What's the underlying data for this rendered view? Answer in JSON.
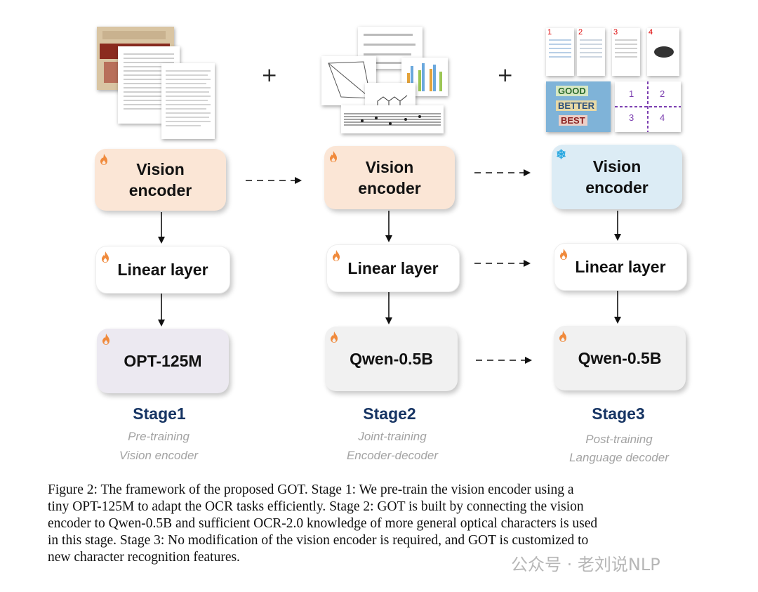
{
  "stages": [
    {
      "vision_encoder": "Vision\nencoder",
      "linear_layer": "Linear layer",
      "decoder": "OPT-125M",
      "title": "Stage1",
      "subtitle_line1": "Pre-training",
      "subtitle_line2": "Vision encoder",
      "encoder_trainable": true
    },
    {
      "vision_encoder": "Vision\nencoder",
      "linear_layer": "Linear layer",
      "decoder": "Qwen-0.5B",
      "title": "Stage2",
      "subtitle_line1": "Joint-training",
      "subtitle_line2": "Encoder-decoder",
      "encoder_trainable": true
    },
    {
      "vision_encoder": "Vision\nencoder",
      "linear_layer": "Linear layer",
      "decoder": "Qwen-0.5B",
      "title": "Stage3",
      "subtitle_line1": "Post-training",
      "subtitle_line2": "Language decoder",
      "encoder_trainable": false
    }
  ],
  "plus_sign": "+",
  "icons": {
    "trainable": "flame-icon",
    "frozen": "snowflake-icon",
    "frozen_glyph": "❄"
  },
  "colors": {
    "stage1_encoder": "#fbe6d6",
    "stage2_encoder": "#fbe6d6",
    "stage3_encoder": "#dcecf5",
    "stage1_decoder": "#ece9f1",
    "decoder": "#f1f1f1",
    "stage_title": "#163463",
    "flame": "#f08a3c"
  },
  "images": {
    "stage3_sign": [
      "GOOD",
      "BETTER",
      "BEST"
    ],
    "stage3_page_numbers": [
      "1",
      "2",
      "3",
      "4"
    ],
    "stage3_grid_numbers": [
      "1",
      "2",
      "3",
      "4"
    ]
  },
  "caption_lines": [
    "Figure 2: The framework of the proposed GOT. Stage 1: We pre-train the vision encoder using a",
    "tiny OPT-125M to adapt the OCR tasks efficiently. Stage 2: GOT is built by connecting the vision",
    "encoder to Qwen-0.5B and sufficient OCR-2.0 knowledge of more general optical characters is used",
    "in this stage. Stage 3: No modification of the vision encoder is required, and GOT is customized to",
    "new character recognition features."
  ],
  "watermark": "公众号 · 老刘说NLP"
}
